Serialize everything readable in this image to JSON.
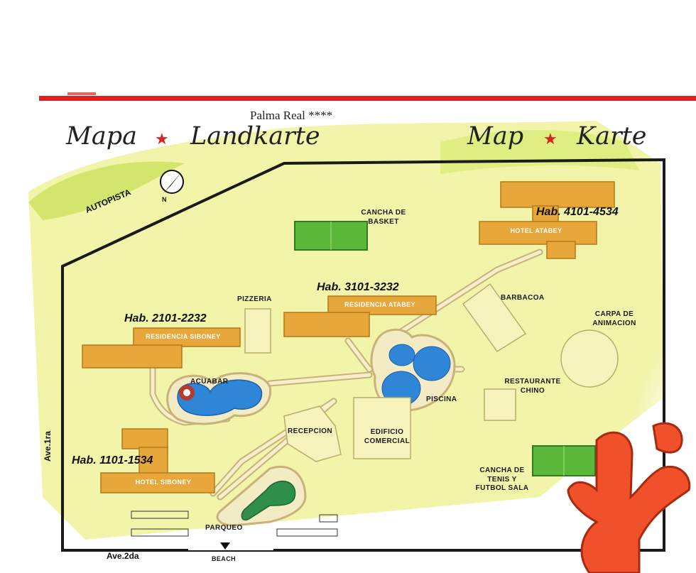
{
  "header": {
    "hotel_name": "Palma Real ****",
    "title_left_a": "Mapa",
    "title_left_b": "Landkarte",
    "title_right_a": "Map",
    "title_right_b": "Karte",
    "star_glyph": "★",
    "accent_color": "#d62420"
  },
  "roads": {
    "autopista": "AUTOPISTA",
    "ave1": "Ave.1ra",
    "ave2": "Ave.2da",
    "beach": "BEACH",
    "parqueo": "PARQUEO"
  },
  "rooms": {
    "atabey_hotel": "Hab. 4101-4534",
    "res_atabey": "Hab. 3101-3232",
    "res_siboney": "Hab. 2101-2232",
    "hotel_siboney": "Hab. 1101-1534"
  },
  "buildings": {
    "hotel_atabey": "HOTEL ATABEY",
    "residencia_atabey": "RESIDENCIA ATABEY",
    "residencia_siboney": "RESIDENCIA SIBONEY",
    "hotel_siboney": "HOTEL SIBONEY"
  },
  "places": {
    "cancha_basket_1": "CANCHA DE",
    "cancha_basket_2": "BASKET",
    "pizzeria": "PIZZERIA",
    "barbacoa": "BARBACOA",
    "carpa_1": "CARPA DE",
    "carpa_2": "ANIMACION",
    "acuabar": "ACUABAR",
    "piscina": "PISCINA",
    "restaurante_1": "RESTAURANTE",
    "restaurante_2": "CHINO",
    "recepcion": "RECEPCION",
    "edificio_1": "EDIFICIO",
    "edificio_2": "COMERCIAL",
    "tenis_1": "CANCHA DE",
    "tenis_2": "TENIS Y",
    "tenis_3": "FUTBOL SALA"
  },
  "icons": [
    "compass-icon",
    "star-icon",
    "arrow-down-icon"
  ],
  "colors": {
    "building": "#e8a73a",
    "pool": "#2f86d6",
    "court": "#5cb83a",
    "path": "#f2ebc4",
    "ground": "#eef29a",
    "plaza": "#f7f3bd",
    "decor": "#f0502a"
  }
}
